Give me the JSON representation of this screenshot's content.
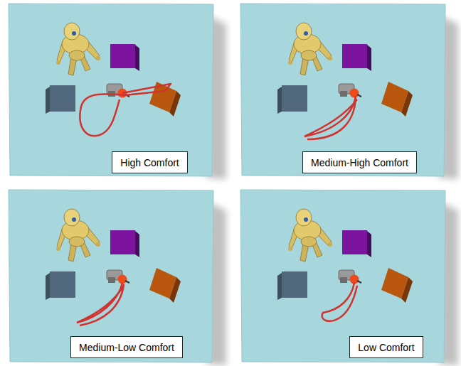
{
  "diagram": {
    "nodes": [
      {
        "text": [
          "High Comfort"
        ]
      },
      {
        "text": [
          "Medium-High Comfort"
        ]
      },
      {
        "text": [
          "Medium-Low Comfort"
        ]
      },
      {
        "text": [
          "Low Comfort"
        ]
      }
    ]
  }
}
